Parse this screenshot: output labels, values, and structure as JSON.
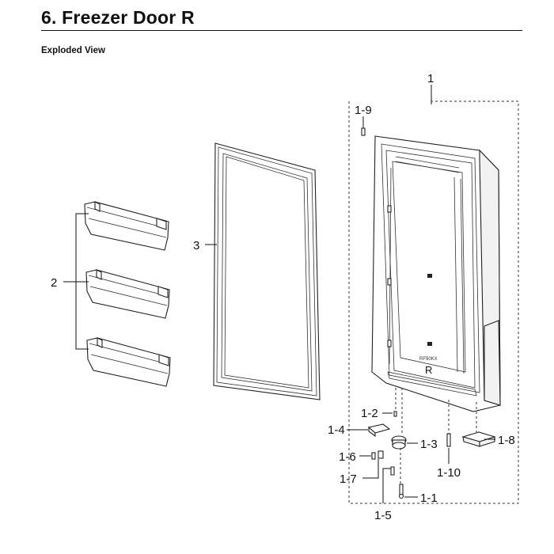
{
  "header": {
    "title": "6.  Freezer Door R",
    "subtitle": "Exploded View"
  },
  "callouts": {
    "c1": "1",
    "c1_9": "1-9",
    "c2": "2",
    "c3": "3",
    "c1_2": "1-2",
    "c1_4": "1-4",
    "c1_3": "1-3",
    "c1_8": "1-8",
    "c1_6": "1-6",
    "c1_7": "1-7",
    "c1_10": "1-10",
    "c1_1": "1-1",
    "c1_5": "1-5"
  },
  "door_marking": {
    "small_text": "RF90KX",
    "letter": "R"
  }
}
